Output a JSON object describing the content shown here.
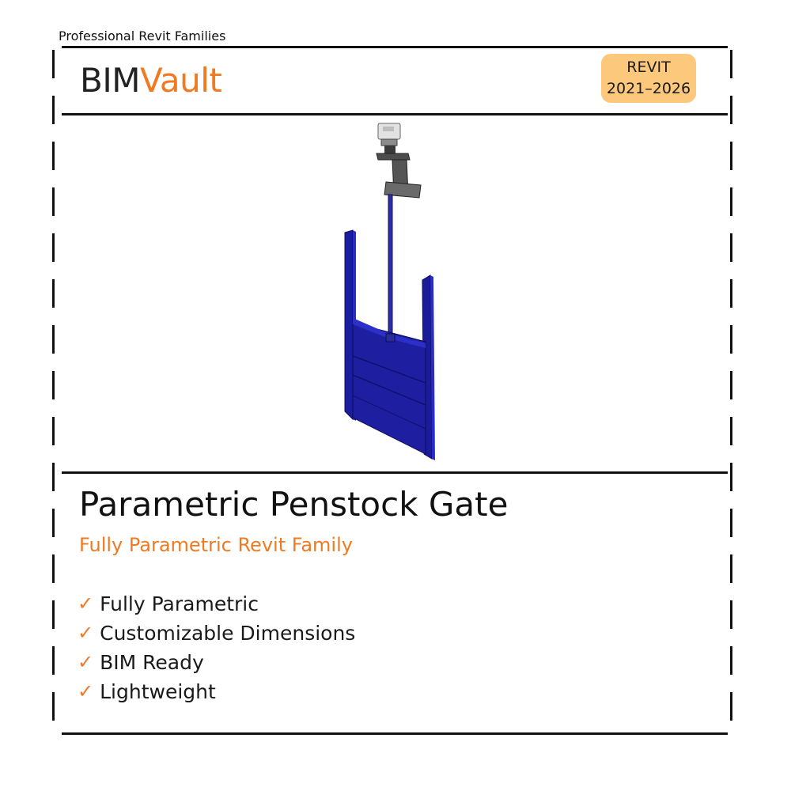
{
  "header": {
    "tagline": "Professional Revit Families",
    "brand_part1": "BIM",
    "brand_part2": "Vault",
    "badge_line1": "REVIT",
    "badge_line2": "2021–2026"
  },
  "product": {
    "title": "Parametric Penstock Gate",
    "subtitle": "Fully Parametric Revit Family",
    "image_icon": "penstock-gate-illustration"
  },
  "features": [
    "Fully Parametric",
    "Customizable Dimensions",
    "BIM Ready",
    "Lightweight"
  ],
  "check_symbol": "✓",
  "colors": {
    "accent": "#f07a22",
    "badge_bg": "#fcc97c",
    "gate_blue": "#1d1fa0",
    "text": "#1a1a1a"
  }
}
